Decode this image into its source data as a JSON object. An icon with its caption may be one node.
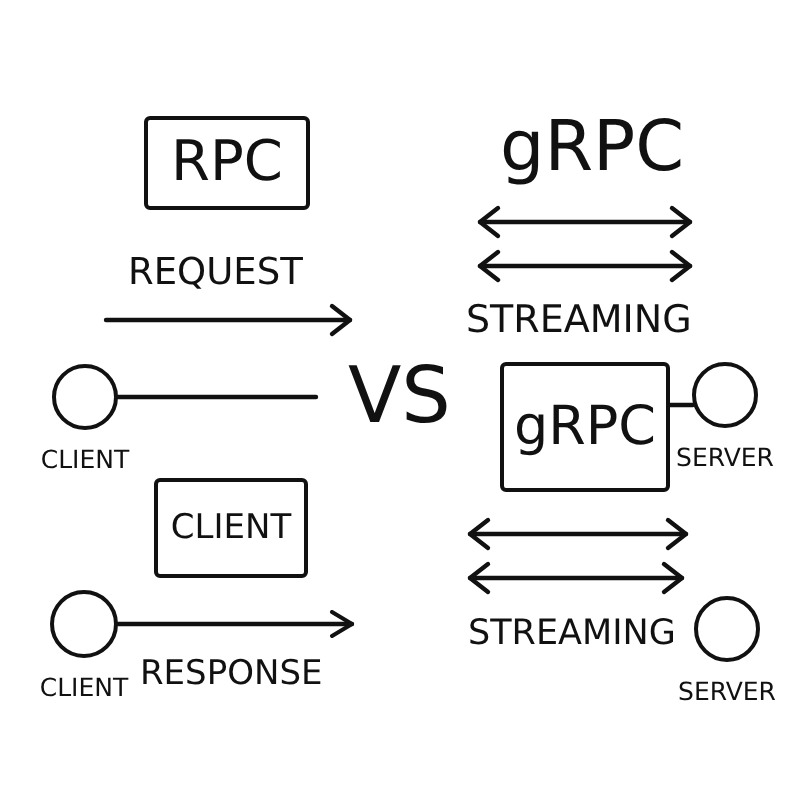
{
  "diagram": {
    "nodes": [
      {
        "text": [
          "RPC"
        ]
      },
      {
        "text": [],
        "shape": "circle",
        "beside": [
          "CLIENT"
        ]
      },
      {
        "text": [
          "gRPC"
        ]
      },
      {
        "text": [],
        "shape": "circle",
        "beside": [
          "SERVER"
        ]
      },
      {
        "text": [
          "CLIENT"
        ]
      },
      {
        "text": [],
        "shape": "circle",
        "beside": [
          "CLIENT"
        ]
      },
      {
        "text": [],
        "shape": "circle",
        "beside": [
          "SERVER"
        ]
      }
    ],
    "edges": [
      {
        "from": 1,
        "to": null,
        "arrow": "none"
      },
      {
        "from": 2,
        "to": 3,
        "arrow": "none"
      },
      {
        "from": 5,
        "to": null,
        "arrow": "to",
        "label": "RESPONSE"
      }
    ],
    "labels": [
      "gRPC",
      "REQUEST",
      "STREAMING",
      "VS",
      "STREAMING"
    ]
  }
}
